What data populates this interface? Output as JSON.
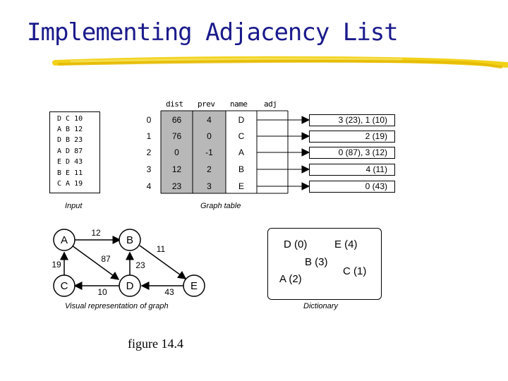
{
  "title": "Implementing Adjacency List",
  "accent_color": "#1a1a8c",
  "stroke_color": "#e8c400",
  "input": {
    "rows": [
      "D C 10",
      "A B 12",
      "D B 23",
      "A D 87",
      "E D 43",
      "B E 11",
      "C A 19"
    ],
    "caption": "Input"
  },
  "graph_table": {
    "headers": {
      "dist": "dist",
      "prev": "prev",
      "name": "name",
      "adj": "adj"
    },
    "rows": [
      {
        "index": "0",
        "dist": "66",
        "prev": "4",
        "name": "D",
        "adj": "3 (23), 1 (10)"
      },
      {
        "index": "1",
        "dist": "76",
        "prev": "0",
        "name": "C",
        "adj": "2 (19)"
      },
      {
        "index": "2",
        "dist": "0",
        "prev": "-1",
        "name": "A",
        "adj": "0 (87), 3 (12)"
      },
      {
        "index": "3",
        "dist": "12",
        "prev": "2",
        "name": "B",
        "adj": "4 (11)"
      },
      {
        "index": "4",
        "dist": "23",
        "prev": "3",
        "name": "E",
        "adj": "0 (43)"
      }
    ],
    "caption": "Graph table"
  },
  "graph": {
    "nodes": [
      "A",
      "B",
      "C",
      "D",
      "E"
    ],
    "edge_labels": {
      "ab": "12",
      "be": "11",
      "ad": "87",
      "bd": "23",
      "ca": "19",
      "dc": "10",
      "ed": "43"
    },
    "caption": "Visual representation of graph"
  },
  "dictionary": {
    "items": [
      "D (0)",
      "E (4)",
      "B (3)",
      "C (1)",
      "A (2)"
    ],
    "caption": "Dictionary"
  },
  "figure_caption": "figure 14.4"
}
